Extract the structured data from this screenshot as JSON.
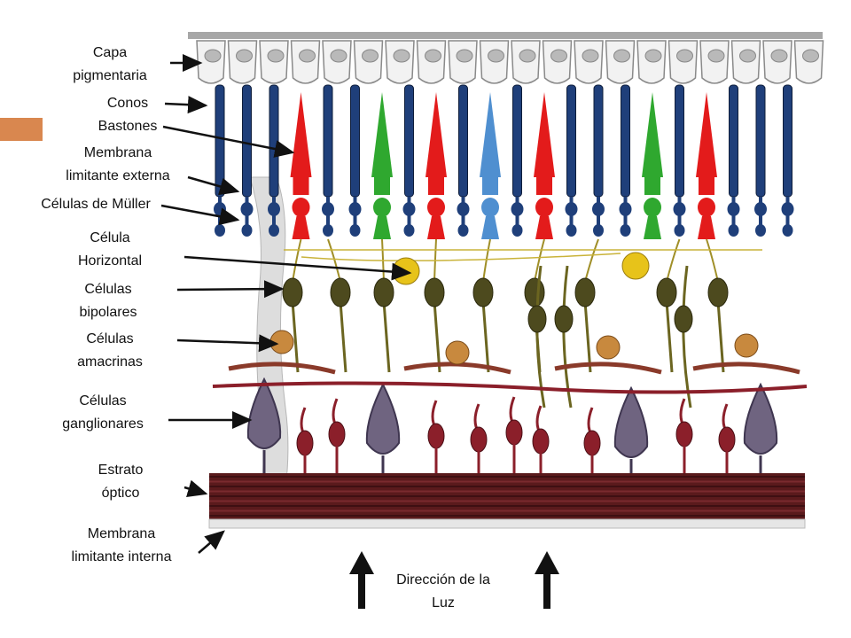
{
  "labels": {
    "pigment": [
      "Capa",
      "pigmentaria"
    ],
    "cones_rods": [
      "Conos",
      "Bastones"
    ],
    "outer_membrane": [
      "Membrana",
      "limitante externa"
    ],
    "muller": [
      "Células de Müller"
    ],
    "horizontal": [
      "Célula",
      "Horizontal"
    ],
    "bipolar": [
      "Células",
      "bipolares"
    ],
    "amacrine": [
      "Células",
      "amacrinas"
    ],
    "ganglion": [
      "Células",
      "ganglionares"
    ],
    "optic": [
      "Estrato",
      "óptico"
    ],
    "inner_membrane": [
      "Membrana",
      "limitante interna"
    ],
    "light": [
      "Dirección de la",
      "Luz"
    ]
  },
  "colors": {
    "accent": "#d9874f",
    "rod": "#1f3f7a",
    "cone_red": "#e31b1b",
    "cone_green": "#2fa82f",
    "cone_blue": "#4f8fd0",
    "horizontal": "#e7c31a",
    "bipolar": "#4d4a1e",
    "amacrine": "#c8893e",
    "ganglion": "#6f6480",
    "ganglion_dendrite": "#8b1f2a",
    "optic_layer": "#5a1a1c",
    "muller": "#d8d8d8"
  },
  "photoreceptors": [
    "rod",
    "rod",
    "rod",
    "cone_red",
    "rod",
    "rod",
    "cone_green",
    "rod",
    "cone_red",
    "rod",
    "cone_blue",
    "rod",
    "cone_red",
    "rod",
    "rod",
    "rod",
    "cone_green",
    "rod",
    "cone_red",
    "rod",
    "rod",
    "rod"
  ]
}
